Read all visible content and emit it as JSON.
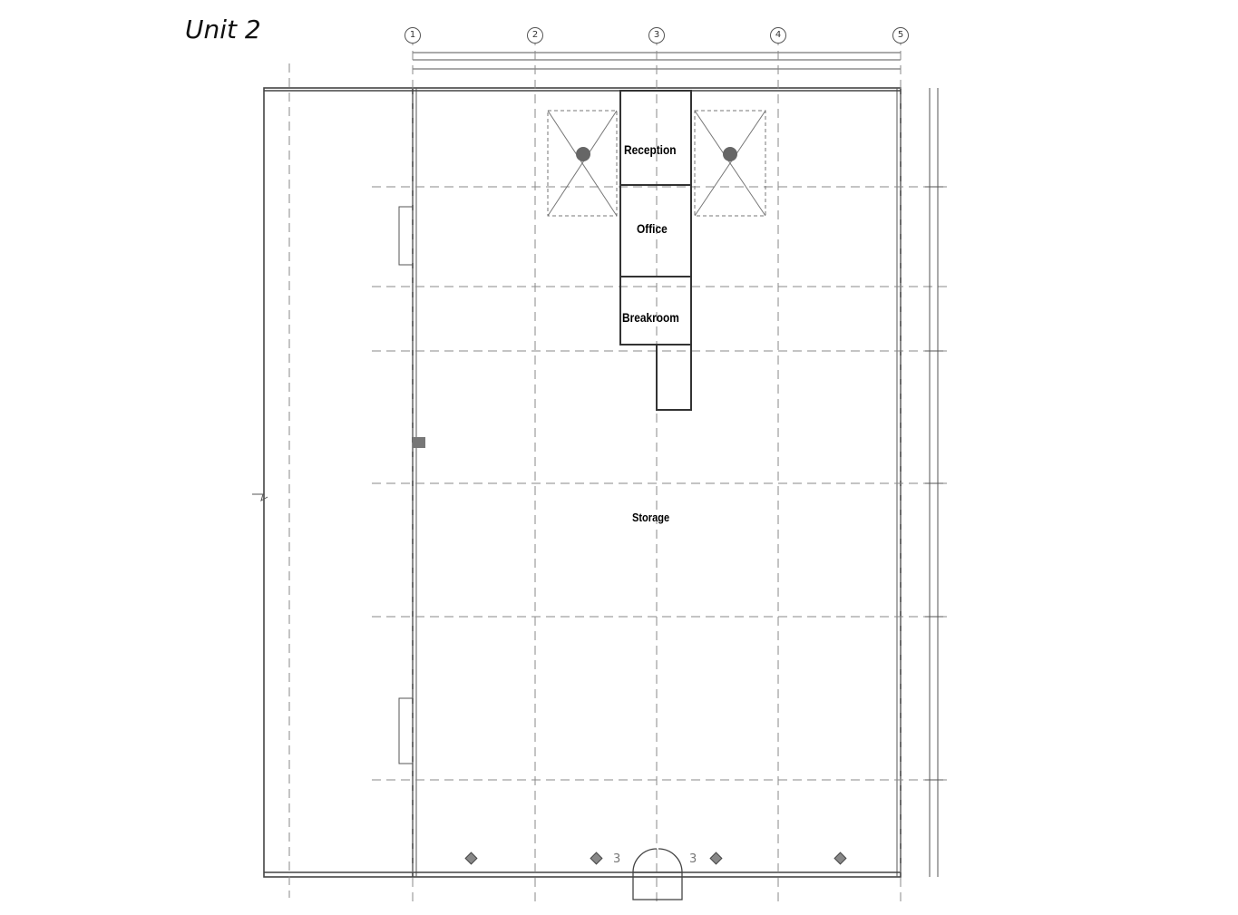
{
  "title": "Unit 2",
  "rooms": {
    "reception": "Reception",
    "office": "Office",
    "breakroom": "Breakroom",
    "storage": "Storage"
  },
  "grid_labels": [
    "1",
    "2",
    "3",
    "4",
    "5"
  ],
  "section_marks": {
    "left": "3",
    "right": "3"
  }
}
